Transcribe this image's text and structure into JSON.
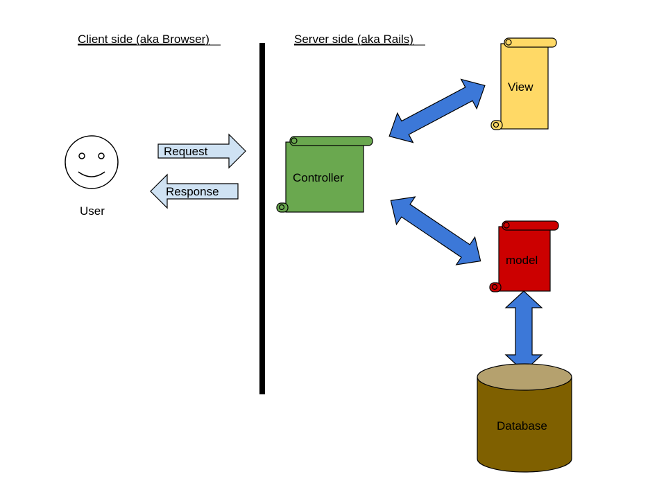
{
  "headers": {
    "client": "Client side (aka Browser)",
    "server": "Server side (aka Rails)"
  },
  "user": {
    "label": "User"
  },
  "arrows": {
    "request": "Request",
    "response": "Response"
  },
  "components": {
    "controller": "Controller",
    "view": "View",
    "model": "model",
    "database": "Database"
  },
  "colors": {
    "request_arrow": "#cfe2f3",
    "arrow_outline": "#000000",
    "blue_arrow": "#3c78d8",
    "controller": "#6aa84f",
    "view": "#ffd966",
    "model": "#cc0000",
    "database_body": "#7f6000",
    "database_top": "#b5a16e",
    "divider": "#000000"
  }
}
